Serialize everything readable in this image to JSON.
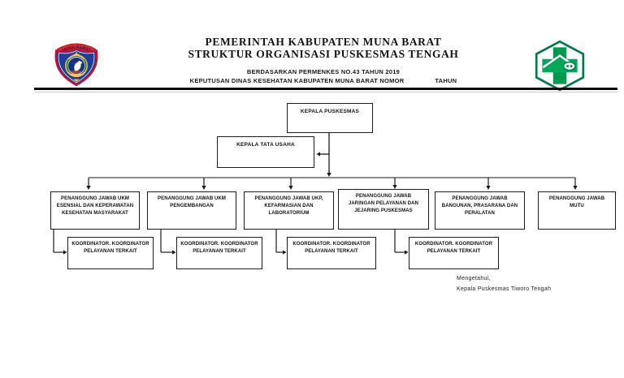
{
  "header": {
    "title_line1": "PEMERINTAH KABUPATEN MUNA BARAT",
    "title_line2": "STRUKTUR ORGANISASI PUSKESMAS TENGAH",
    "subtitle_line1": "BERDASARKAN PERMENKES NO.43 TAHUN 2019",
    "subtitle_line2_left": "KEPUTUSAN DINAS KESEHATAN KABUPATEN MUNA BARAT NOMOR",
    "subtitle_line2_right": "TAHUN",
    "left_logo_text": "MUNA BARAT"
  },
  "org_chart": {
    "root": {
      "label": "KEPALA PUSKESMAS"
    },
    "tata_usaha": {
      "label": "KEPALA TATA USAHA"
    },
    "penanggung_jawab": [
      {
        "label": "PENANGGUNG JAWAB UKM ESENSIAL DAN KEPERAWATAN KESEHATAN MASYARAKAT"
      },
      {
        "label": "PENANGGUNG JAWAB UKM PENGEMBANGAN"
      },
      {
        "label": "PENANGGUNG JAWAB UKP, KEFARMASIAN DAN LABORATORIUM"
      },
      {
        "label": "PENANGGUNG JAWAB JARINGAN PELAYANAN DAN JEJARING PUSKESMAS"
      },
      {
        "label": "PENANGGUNG JAWAB BANGUNAN, PRASARANA DAN PERALATAN"
      },
      {
        "label": "PENANGGUNG JAWAB MUTU"
      }
    ],
    "koordinator": [
      {
        "label": "KOORDINATOR. KOORDINATOR PELAYANAN TERKAIT"
      },
      {
        "label": "KOORDINATOR. KOORDINATOR PELAYANAN TERKAIT"
      },
      {
        "label": "KOORDINATOR. KOORDINATOR PELAYANAN TERKAIT"
      },
      {
        "label": "KOORDINATOR. KOORDINATOR PELAYANAN TERKAIT"
      }
    ]
  },
  "signature": {
    "line1": "Mengetahui,",
    "line2": "Kepala Puskesmas Tiworo Tengah"
  },
  "colors": {
    "shield_blue": "#1f3d99",
    "crest_red": "#c8102e",
    "logo_green": "#009a4e",
    "line_dark": "#1a1a1a",
    "line_gray": "#4a4a4a"
  }
}
